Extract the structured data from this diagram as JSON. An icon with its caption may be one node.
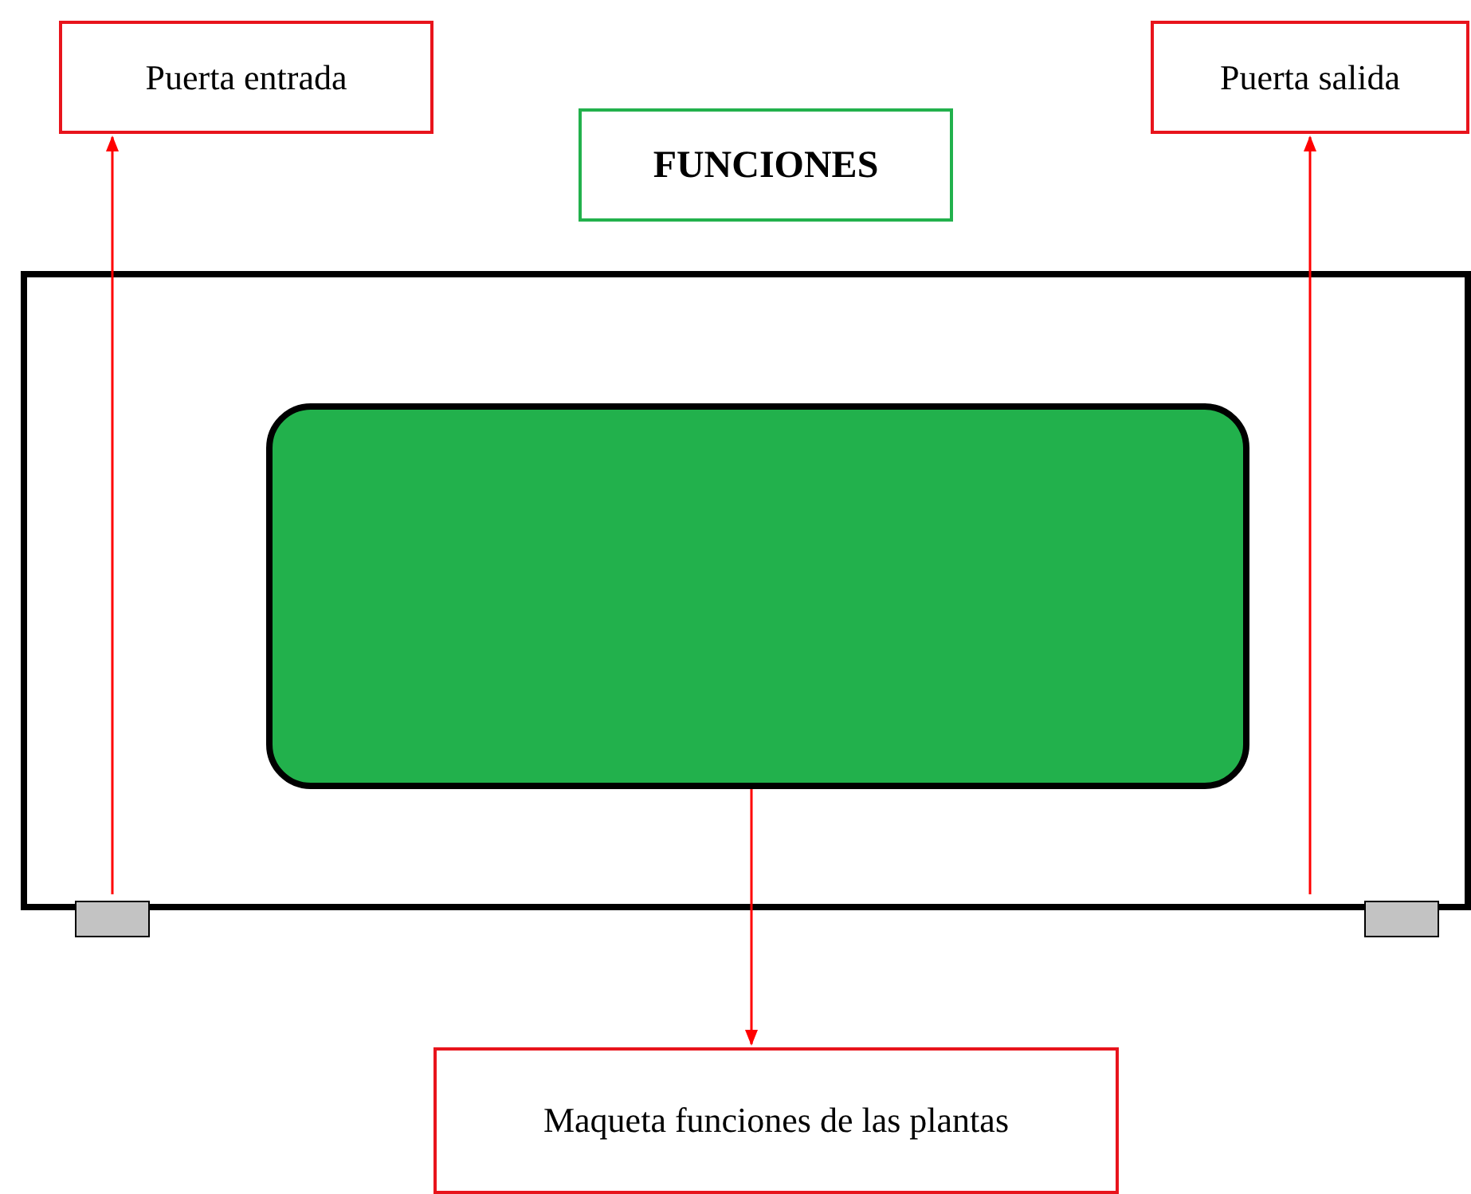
{
  "diagram": {
    "nodes": [
      {
        "text": [
          "Puerta entrada"
        ]
      },
      {
        "text": [
          "FUNCIONES"
        ]
      },
      {
        "text": [
          "Puerta salida"
        ]
      },
      {
        "text": [],
        "shape": "box"
      },
      {
        "text": [],
        "shape": "box",
        "in": 3
      },
      {
        "text": [],
        "shape": "bar"
      },
      {
        "text": [],
        "shape": "bar"
      },
      {
        "text": [
          "Maqueta funciones de las plantas"
        ]
      }
    ],
    "edges": [
      {
        "from": 5,
        "to": 0,
        "arrow": "to",
        "color": "#ff0000"
      },
      {
        "from": 6,
        "to": 2,
        "arrow": "to",
        "color": "#ff0000"
      },
      {
        "from": 4,
        "to": 7,
        "arrow": "to",
        "color": "#ff0000"
      }
    ]
  }
}
